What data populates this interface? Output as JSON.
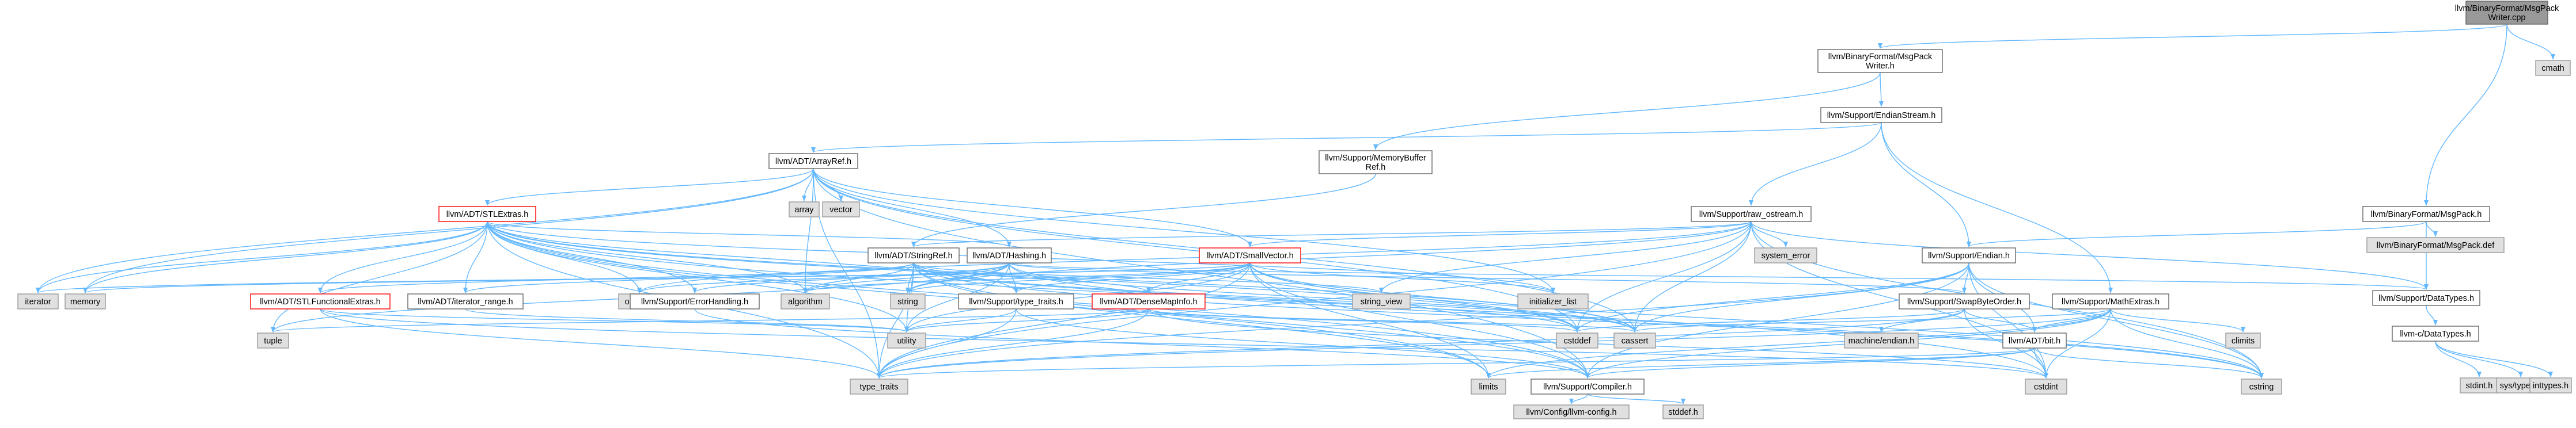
{
  "graph": {
    "colors": {
      "edge": "#63b8ff",
      "root_fill": "#999999",
      "node_fill": "#ffffff",
      "system_fill": "#e0e0e0",
      "truncated_border": "#ff0000"
    },
    "nodes": {
      "root": {
        "lines": [
          "llvm/BinaryFormat/MsgPack",
          "Writer.cpp"
        ],
        "kind": "root"
      },
      "cmath": {
        "lines": [
          "cmath"
        ],
        "kind": "system"
      },
      "writer_h": {
        "lines": [
          "llvm/BinaryFormat/MsgPack",
          "Writer.h"
        ],
        "kind": "normal"
      },
      "msgpack_h": {
        "lines": [
          "llvm/BinaryFormat/MsgPack.h"
        ],
        "kind": "normal"
      },
      "msgpack_def": {
        "lines": [
          "llvm/BinaryFormat/MsgPack.def"
        ],
        "kind": "system"
      },
      "endianstream": {
        "lines": [
          "llvm/Support/EndianStream.h"
        ],
        "kind": "normal"
      },
      "membuf": {
        "lines": [
          "llvm/Support/MemoryBuffer",
          "Ref.h"
        ],
        "kind": "normal"
      },
      "arrayref": {
        "lines": [
          "llvm/ADT/ArrayRef.h"
        ],
        "kind": "normal"
      },
      "rawostream": {
        "lines": [
          "llvm/Support/raw_ostream.h"
        ],
        "kind": "normal"
      },
      "endian": {
        "lines": [
          "llvm/Support/Endian.h"
        ],
        "kind": "normal"
      },
      "datatypes": {
        "lines": [
          "llvm/Support/DataTypes.h"
        ],
        "kind": "normal"
      },
      "cdatatypes": {
        "lines": [
          "llvm-c/DataTypes.h"
        ],
        "kind": "normal"
      },
      "stdint_h": {
        "lines": [
          "stdint.h"
        ],
        "kind": "system"
      },
      "systypes": {
        "lines": [
          "sys/types.h"
        ],
        "kind": "system"
      },
      "inttypes": {
        "lines": [
          "inttypes.h"
        ],
        "kind": "system"
      },
      "array": {
        "lines": [
          "array"
        ],
        "kind": "system"
      },
      "vector": {
        "lines": [
          "vector"
        ],
        "kind": "system"
      },
      "stlextras": {
        "lines": [
          "llvm/ADT/STLExtras.h"
        ],
        "kind": "truncated"
      },
      "stringref": {
        "lines": [
          "llvm/ADT/StringRef.h"
        ],
        "kind": "normal"
      },
      "hashing": {
        "lines": [
          "llvm/ADT/Hashing.h"
        ],
        "kind": "normal"
      },
      "smallvector": {
        "lines": [
          "llvm/ADT/SmallVector.h"
        ],
        "kind": "truncated"
      },
      "system_error": {
        "lines": [
          "system_error"
        ],
        "kind": "system"
      },
      "iterator": {
        "lines": [
          "iterator"
        ],
        "kind": "system"
      },
      "memory": {
        "lines": [
          "memory"
        ],
        "kind": "system"
      },
      "stlfunctional": {
        "lines": [
          "llvm/ADT/STLFunctionalExtras.h"
        ],
        "kind": "truncated"
      },
      "iterator_range": {
        "lines": [
          "llvm/ADT/iterator_range.h"
        ],
        "kind": "normal"
      },
      "optional": {
        "lines": [
          "optional"
        ],
        "kind": "system"
      },
      "errorhandling": {
        "lines": [
          "llvm/Support/ErrorHandling.h"
        ],
        "kind": "normal"
      },
      "algorithm": {
        "lines": [
          "algorithm"
        ],
        "kind": "system"
      },
      "string": {
        "lines": [
          "string"
        ],
        "kind": "system"
      },
      "typetraits_h": {
        "lines": [
          "llvm/Support/type_traits.h"
        ],
        "kind": "normal"
      },
      "densemapinfo": {
        "lines": [
          "llvm/ADT/DenseMapInfo.h"
        ],
        "kind": "truncated"
      },
      "string_view": {
        "lines": [
          "string_view"
        ],
        "kind": "system"
      },
      "initializer_list": {
        "lines": [
          "initializer_list"
        ],
        "kind": "system"
      },
      "swapbyteorder": {
        "lines": [
          "llvm/Support/SwapByteOrder.h"
        ],
        "kind": "normal"
      },
      "mathextras": {
        "lines": [
          "llvm/Support/MathExtras.h"
        ],
        "kind": "normal"
      },
      "tuple": {
        "lines": [
          "tuple"
        ],
        "kind": "system"
      },
      "utility": {
        "lines": [
          "utility"
        ],
        "kind": "system"
      },
      "cstddef": {
        "lines": [
          "cstddef"
        ],
        "kind": "system"
      },
      "cassert": {
        "lines": [
          "cassert"
        ],
        "kind": "system"
      },
      "machine_endian": {
        "lines": [
          "machine/endian.h"
        ],
        "kind": "system"
      },
      "climits": {
        "lines": [
          "climits"
        ],
        "kind": "system"
      },
      "bit": {
        "lines": [
          "llvm/ADT/bit.h"
        ],
        "kind": "normal"
      },
      "type_traits": {
        "lines": [
          "type_traits"
        ],
        "kind": "system"
      },
      "limits": {
        "lines": [
          "limits"
        ],
        "kind": "system"
      },
      "compiler": {
        "lines": [
          "llvm/Support/Compiler.h"
        ],
        "kind": "normal"
      },
      "cstdint": {
        "lines": [
          "cstdint"
        ],
        "kind": "system"
      },
      "cstring": {
        "lines": [
          "cstring"
        ],
        "kind": "system"
      },
      "llvm_config": {
        "lines": [
          "llvm/Config/llvm-config.h"
        ],
        "kind": "system"
      },
      "stddef_h": {
        "lines": [
          "stddef.h"
        ],
        "kind": "system"
      }
    },
    "edges": [
      [
        "root",
        "cmath"
      ],
      [
        "root",
        "writer_h"
      ],
      [
        "root",
        "msgpack_h"
      ],
      [
        "writer_h",
        "endianstream"
      ],
      [
        "writer_h",
        "membuf"
      ],
      [
        "msgpack_h",
        "msgpack_def"
      ],
      [
        "msgpack_h",
        "endian"
      ],
      [
        "msgpack_h",
        "datatypes"
      ],
      [
        "endianstream",
        "arrayref"
      ],
      [
        "endianstream",
        "rawostream"
      ],
      [
        "endianstream",
        "endian"
      ],
      [
        "endianstream",
        "mathextras"
      ],
      [
        "membuf",
        "stringref"
      ],
      [
        "arrayref",
        "array"
      ],
      [
        "arrayref",
        "vector"
      ],
      [
        "arrayref",
        "stlextras"
      ],
      [
        "arrayref",
        "smallvector"
      ],
      [
        "arrayref",
        "hashing"
      ],
      [
        "arrayref",
        "compiler"
      ],
      [
        "arrayref",
        "algorithm"
      ],
      [
        "arrayref",
        "cassert"
      ],
      [
        "arrayref",
        "cstddef"
      ],
      [
        "arrayref",
        "initializer_list"
      ],
      [
        "arrayref",
        "iterator"
      ],
      [
        "arrayref",
        "memory"
      ],
      [
        "arrayref",
        "type_traits"
      ],
      [
        "rawostream",
        "stringref"
      ],
      [
        "rawostream",
        "datatypes"
      ],
      [
        "rawostream",
        "cassert"
      ],
      [
        "rawostream",
        "cstddef"
      ],
      [
        "rawostream",
        "cstdint"
      ],
      [
        "rawostream",
        "cstring"
      ],
      [
        "rawostream",
        "optional"
      ],
      [
        "rawostream",
        "string"
      ],
      [
        "rawostream",
        "string_view"
      ],
      [
        "rawostream",
        "system_error"
      ],
      [
        "rawostream",
        "type_traits"
      ],
      [
        "rawostream",
        "smallvector"
      ],
      [
        "endian",
        "bit"
      ],
      [
        "endian",
        "compiler"
      ],
      [
        "endian",
        "swapbyteorder"
      ],
      [
        "endian",
        "cassert"
      ],
      [
        "endian",
        "cstddef"
      ],
      [
        "endian",
        "cstdint"
      ],
      [
        "endian",
        "cstring"
      ],
      [
        "endian",
        "type_traits"
      ],
      [
        "datatypes",
        "cdatatypes"
      ],
      [
        "cdatatypes",
        "stdint_h"
      ],
      [
        "cdatatypes",
        "systypes"
      ],
      [
        "cdatatypes",
        "inttypes"
      ],
      [
        "stlextras",
        "stlfunctional"
      ],
      [
        "stlextras",
        "hashing"
      ],
      [
        "stlextras",
        "iterator_range"
      ],
      [
        "stlextras",
        "errorhandling"
      ],
      [
        "stlextras",
        "algorithm"
      ],
      [
        "stlextras",
        "cassert"
      ],
      [
        "stlextras",
        "cstddef"
      ],
      [
        "stlextras",
        "cstdint"
      ],
      [
        "stlextras",
        "iterator"
      ],
      [
        "stlextras",
        "limits"
      ],
      [
        "stlextras",
        "memory"
      ],
      [
        "stlextras",
        "optional"
      ],
      [
        "stlextras",
        "tuple"
      ],
      [
        "stlextras",
        "type_traits"
      ],
      [
        "stlextras",
        "utility"
      ],
      [
        "stlextras",
        "initializer_list"
      ],
      [
        "stlextras",
        "typetraits_h"
      ],
      [
        "stlextras",
        "compiler"
      ],
      [
        "stringref",
        "densemapinfo"
      ],
      [
        "stringref",
        "iterator_range"
      ],
      [
        "stringref",
        "compiler"
      ],
      [
        "stringref",
        "algorithm"
      ],
      [
        "stringref",
        "cassert"
      ],
      [
        "stringref",
        "cstddef"
      ],
      [
        "stringref",
        "cstring"
      ],
      [
        "stringref",
        "limits"
      ],
      [
        "stringref",
        "string"
      ],
      [
        "stringref",
        "string_view"
      ],
      [
        "stringref",
        "type_traits"
      ],
      [
        "stringref",
        "utility"
      ],
      [
        "stringref",
        "stlfunctional"
      ],
      [
        "hashing",
        "errorhandling"
      ],
      [
        "hashing",
        "swapbyteorder"
      ],
      [
        "hashing",
        "typetraits_h"
      ],
      [
        "hashing",
        "algorithm"
      ],
      [
        "hashing",
        "cassert"
      ],
      [
        "hashing",
        "cstring"
      ],
      [
        "hashing",
        "optional"
      ],
      [
        "hashing",
        "string"
      ],
      [
        "hashing",
        "tuple"
      ],
      [
        "hashing",
        "utility"
      ],
      [
        "hashing",
        "datatypes"
      ],
      [
        "smallvector",
        "compiler"
      ],
      [
        "smallvector",
        "typetraits_h"
      ],
      [
        "smallvector",
        "algorithm"
      ],
      [
        "smallvector",
        "cassert"
      ],
      [
        "smallvector",
        "cstddef"
      ],
      [
        "smallvector",
        "cstdlib"
      ],
      [
        "smallvector",
        "cstring"
      ],
      [
        "smallvector",
        "functional"
      ],
      [
        "smallvector",
        "initializer_list"
      ],
      [
        "smallvector",
        "iterator"
      ],
      [
        "smallvector",
        "limits"
      ],
      [
        "smallvector",
        "memory"
      ],
      [
        "smallvector",
        "new"
      ],
      [
        "smallvector",
        "type_traits"
      ],
      [
        "smallvector",
        "utility"
      ],
      [
        "smallvector",
        "densemapinfo"
      ],
      [
        "smallvector",
        "string"
      ],
      [
        "stlfunctional",
        "type_traits"
      ],
      [
        "stlfunctional",
        "utility"
      ],
      [
        "stlfunctional",
        "cstdint"
      ],
      [
        "iterator_range",
        "utility"
      ],
      [
        "errorhandling",
        "compiler"
      ],
      [
        "typetraits_h",
        "compiler"
      ],
      [
        "typetraits_h",
        "type_traits"
      ],
      [
        "typetraits_h",
        "utility"
      ],
      [
        "densemapinfo",
        "cassert"
      ],
      [
        "densemapinfo",
        "cstddef"
      ],
      [
        "densemapinfo",
        "cstdint"
      ],
      [
        "densemapinfo",
        "tuple"
      ],
      [
        "densemapinfo",
        "type_traits"
      ],
      [
        "densemapinfo",
        "utility"
      ],
      [
        "swapbyteorder",
        "bit"
      ],
      [
        "swapbyteorder",
        "cstddef"
      ],
      [
        "swapbyteorder",
        "cstdint"
      ],
      [
        "swapbyteorder",
        "type_traits"
      ],
      [
        "swapbyteorder",
        "machine_endian"
      ],
      [
        "mathextras",
        "bit"
      ],
      [
        "mathextras",
        "compiler"
      ],
      [
        "mathextras",
        "cassert"
      ],
      [
        "mathextras",
        "climits"
      ],
      [
        "mathextras",
        "cstdint"
      ],
      [
        "mathextras",
        "cstring"
      ],
      [
        "mathextras",
        "limits"
      ],
      [
        "mathextras",
        "type_traits"
      ],
      [
        "bit",
        "compiler"
      ],
      [
        "bit",
        "cstdint"
      ],
      [
        "bit",
        "limits"
      ],
      [
        "bit",
        "type_traits"
      ],
      [
        "bit",
        "cstring"
      ],
      [
        "compiler",
        "llvm_config"
      ],
      [
        "compiler",
        "stddef_h"
      ]
    ]
  }
}
